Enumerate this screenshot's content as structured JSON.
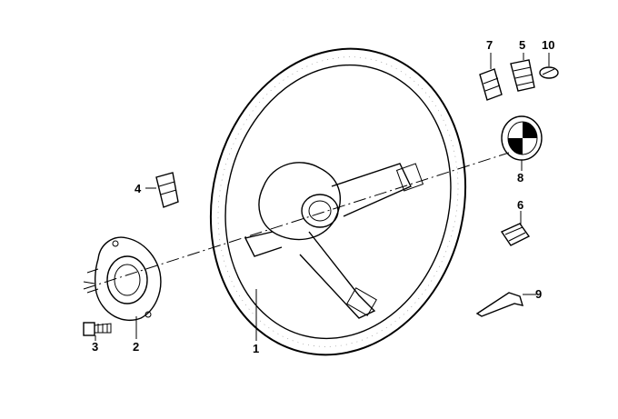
{
  "diagram": {
    "callouts": [
      {
        "id": "1",
        "label": "1"
      },
      {
        "id": "2",
        "label": "2"
      },
      {
        "id": "3",
        "label": "3"
      },
      {
        "id": "4",
        "label": "4"
      },
      {
        "id": "5",
        "label": "5"
      },
      {
        "id": "6",
        "label": "6"
      },
      {
        "id": "7",
        "label": "7"
      },
      {
        "id": "8",
        "label": "8"
      },
      {
        "id": "9",
        "label": "9"
      },
      {
        "id": "10",
        "label": "10"
      }
    ],
    "colors": {
      "line": "#000000",
      "background": "#ffffff",
      "fill_grey": "#e6e6e6"
    }
  }
}
